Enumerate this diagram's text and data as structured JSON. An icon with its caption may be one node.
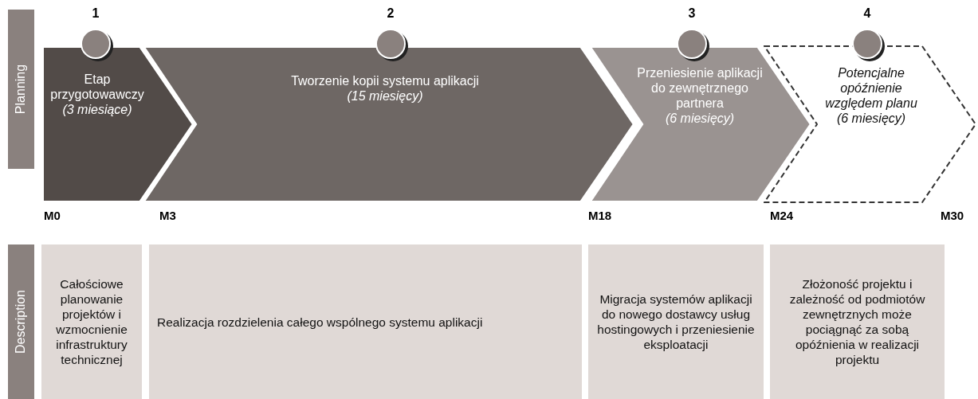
{
  "diagram": {
    "nodes": [
      {
        "text": [
          "Planning"
        ]
      },
      {
        "text": [
          "Etap przygotowawczy",
          "(3 miesiące)"
        ]
      },
      {
        "text": [
          "Tworzenie kopii systemu aplikacji",
          "(15 miesięcy)"
        ]
      },
      {
        "text": [
          "Przeniesienie aplikacji do zewnętrznego partnera",
          "(6 miesięcy)"
        ]
      },
      {
        "text": [
          "Potencjalne opóźnienie względem planu",
          "(6 miesięcy)"
        ]
      },
      {
        "text": [
          "1"
        ]
      },
      {
        "text": [
          "2"
        ]
      },
      {
        "text": [
          "3"
        ]
      },
      {
        "text": [
          "4"
        ]
      },
      {
        "text": [
          "Description"
        ]
      },
      {
        "text": [
          "Całościowe planowanie projektów i wzmocnienie infrastruktury technicznej"
        ]
      },
      {
        "text": [
          "Realizacja rozdzielenia całego wspólnego systemu aplikacji"
        ]
      },
      {
        "text": [
          "Migracja systemów aplikacji do nowego dostawcy usług hostingowych i przeniesienie eksploatacji"
        ]
      },
      {
        "text": [
          "Złożoność projektu i zależność od podmiotów zewnętrznych może pociągnąć za sobą opóźnienia w realizacji projektu"
        ]
      }
    ],
    "edges": [],
    "labels": [
      "M0",
      "M3",
      "M18",
      "M24",
      "M30"
    ]
  }
}
